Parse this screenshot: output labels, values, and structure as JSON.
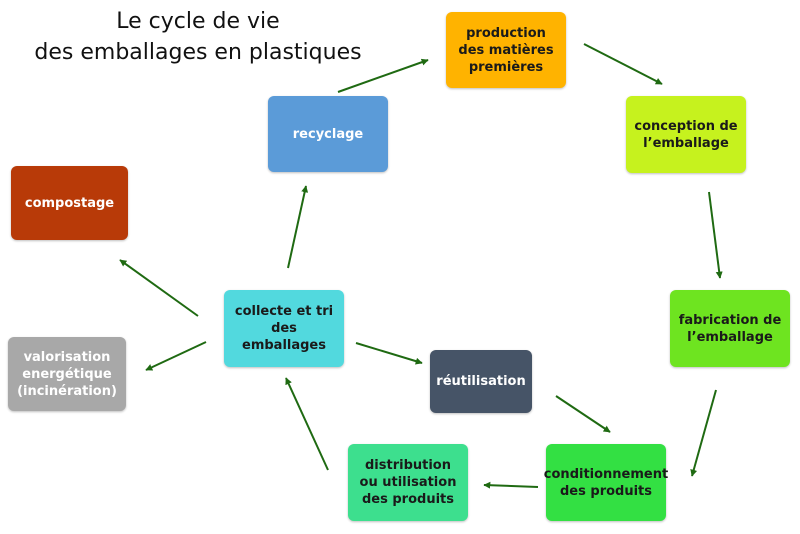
{
  "title": {
    "line1": "Le cycle de vie",
    "line2": "des emballages en plastiques"
  },
  "nodes": {
    "production": {
      "label": "production des matières premières",
      "bg": "#ffb300",
      "fg": "#1a1a1a"
    },
    "conception": {
      "label": "conception de l’emballage",
      "bg": "#c6f21e",
      "fg": "#1a1a1a"
    },
    "fabrication": {
      "label": "fabrication de l’emballage",
      "bg": "#6ee420",
      "fg": "#1a1a1a"
    },
    "conditionnement": {
      "label": "conditionnement des produits",
      "bg": "#33e043",
      "fg": "#1a1a1a"
    },
    "distribution": {
      "label": "distribution ou utilisation des produits",
      "bg": "#3ddf8e",
      "fg": "#1a1a1a"
    },
    "reutilisation": {
      "label": "réutilisation",
      "bg": "#465467",
      "fg": "#ffffff"
    },
    "collecte": {
      "label": "collecte et tri des emballages",
      "bg": "#52d9de",
      "fg": "#1a1a1a"
    },
    "recyclage": {
      "label": "recyclage",
      "bg": "#5b9bd8",
      "fg": "#ffffff"
    },
    "compostage": {
      "label": "compostage",
      "bg": "#b83a08",
      "fg": "#ffffff"
    },
    "valorisation": {
      "label": "valorisation energétique (incinération)",
      "bg": "#a8a8a8",
      "fg": "#ffffff"
    }
  },
  "arrow_color": "#1f6a12"
}
